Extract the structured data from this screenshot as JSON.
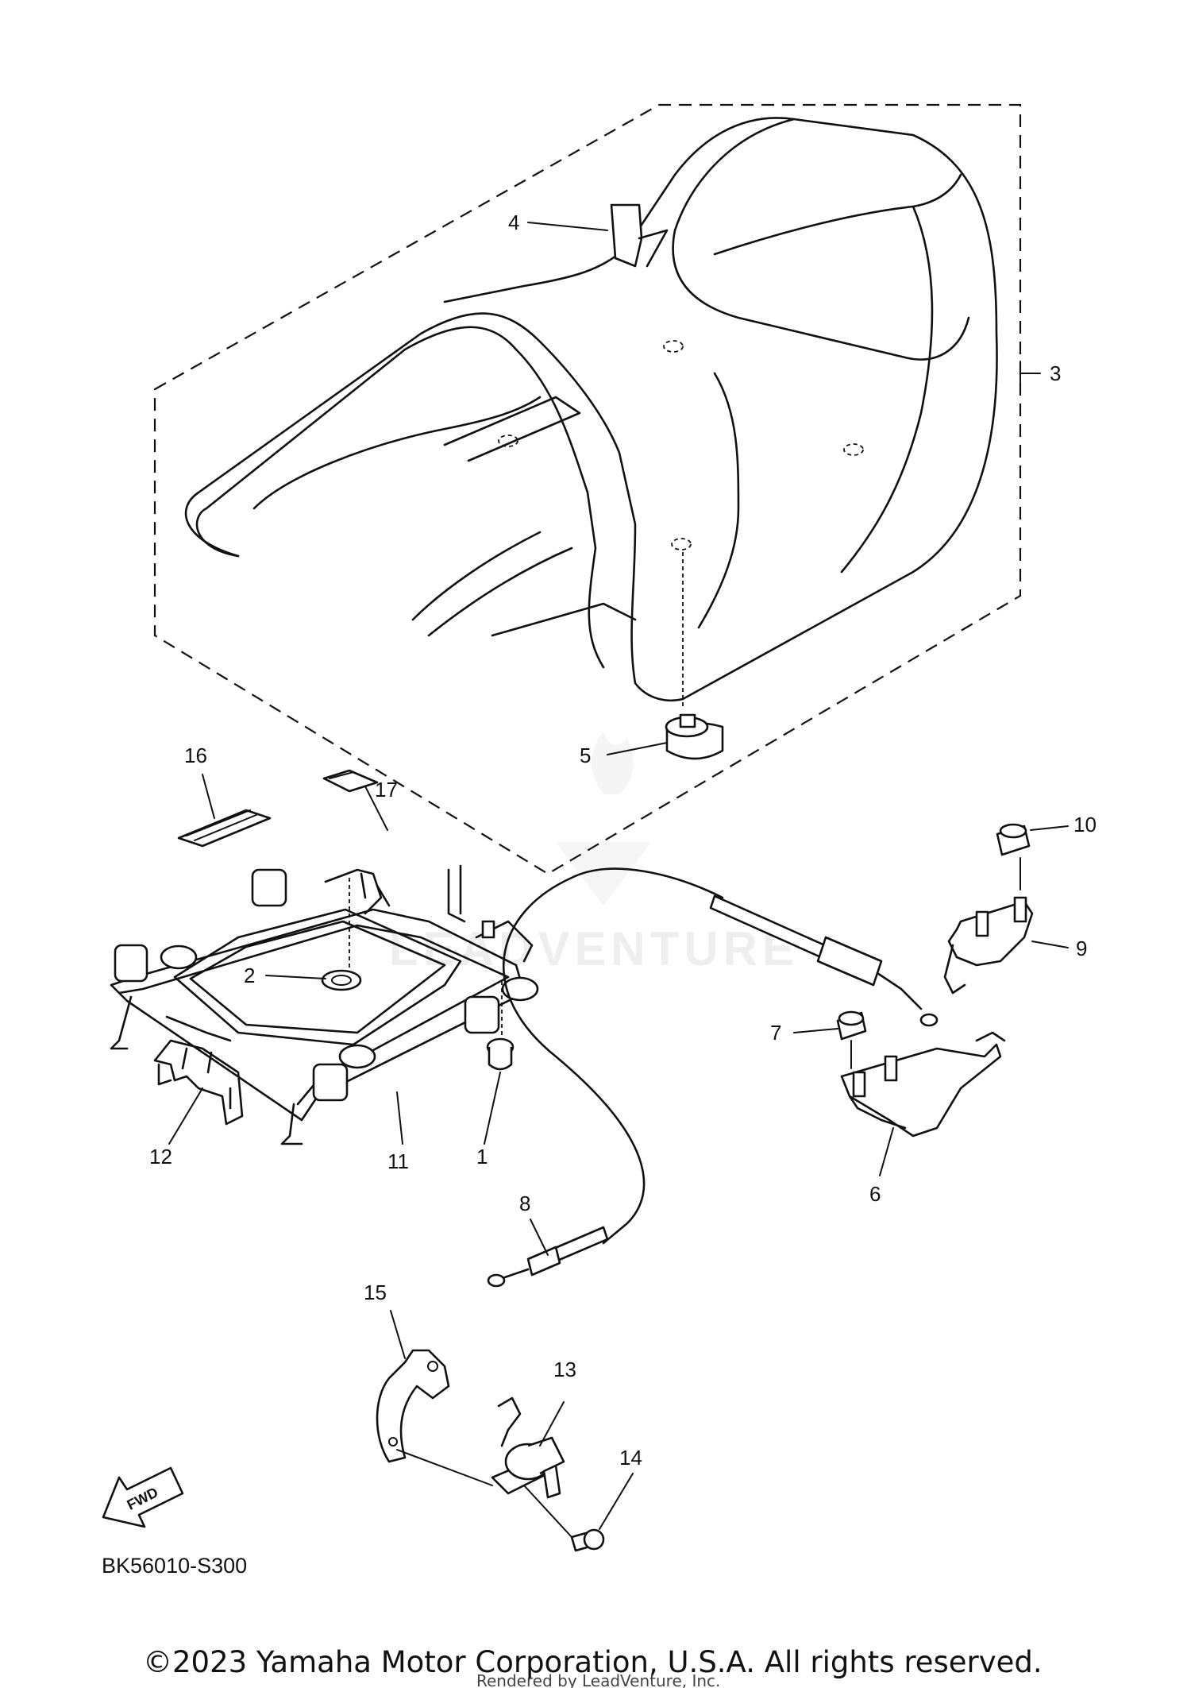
{
  "diagram": {
    "code": "BK56010-S300",
    "copyright": "©2023 Yamaha Motor Corporation, U.S.A. All rights reserved.",
    "rendered_by": "Rendered by LeadVenture, Inc.",
    "watermark": "LEADVENTURE",
    "fwd_label": "FWD"
  },
  "callouts": [
    {
      "id": "1",
      "label": "1"
    },
    {
      "id": "2",
      "label": "2"
    },
    {
      "id": "3",
      "label": "3"
    },
    {
      "id": "4",
      "label": "4"
    },
    {
      "id": "5",
      "label": "5"
    },
    {
      "id": "6",
      "label": "6"
    },
    {
      "id": "7",
      "label": "7"
    },
    {
      "id": "8",
      "label": "8"
    },
    {
      "id": "9",
      "label": "9"
    },
    {
      "id": "10",
      "label": "10"
    },
    {
      "id": "11",
      "label": "11"
    },
    {
      "id": "12",
      "label": "12"
    },
    {
      "id": "13",
      "label": "13"
    },
    {
      "id": "14",
      "label": "14"
    },
    {
      "id": "15",
      "label": "15"
    },
    {
      "id": "16",
      "label": "16"
    },
    {
      "id": "17",
      "label": "17"
    }
  ]
}
